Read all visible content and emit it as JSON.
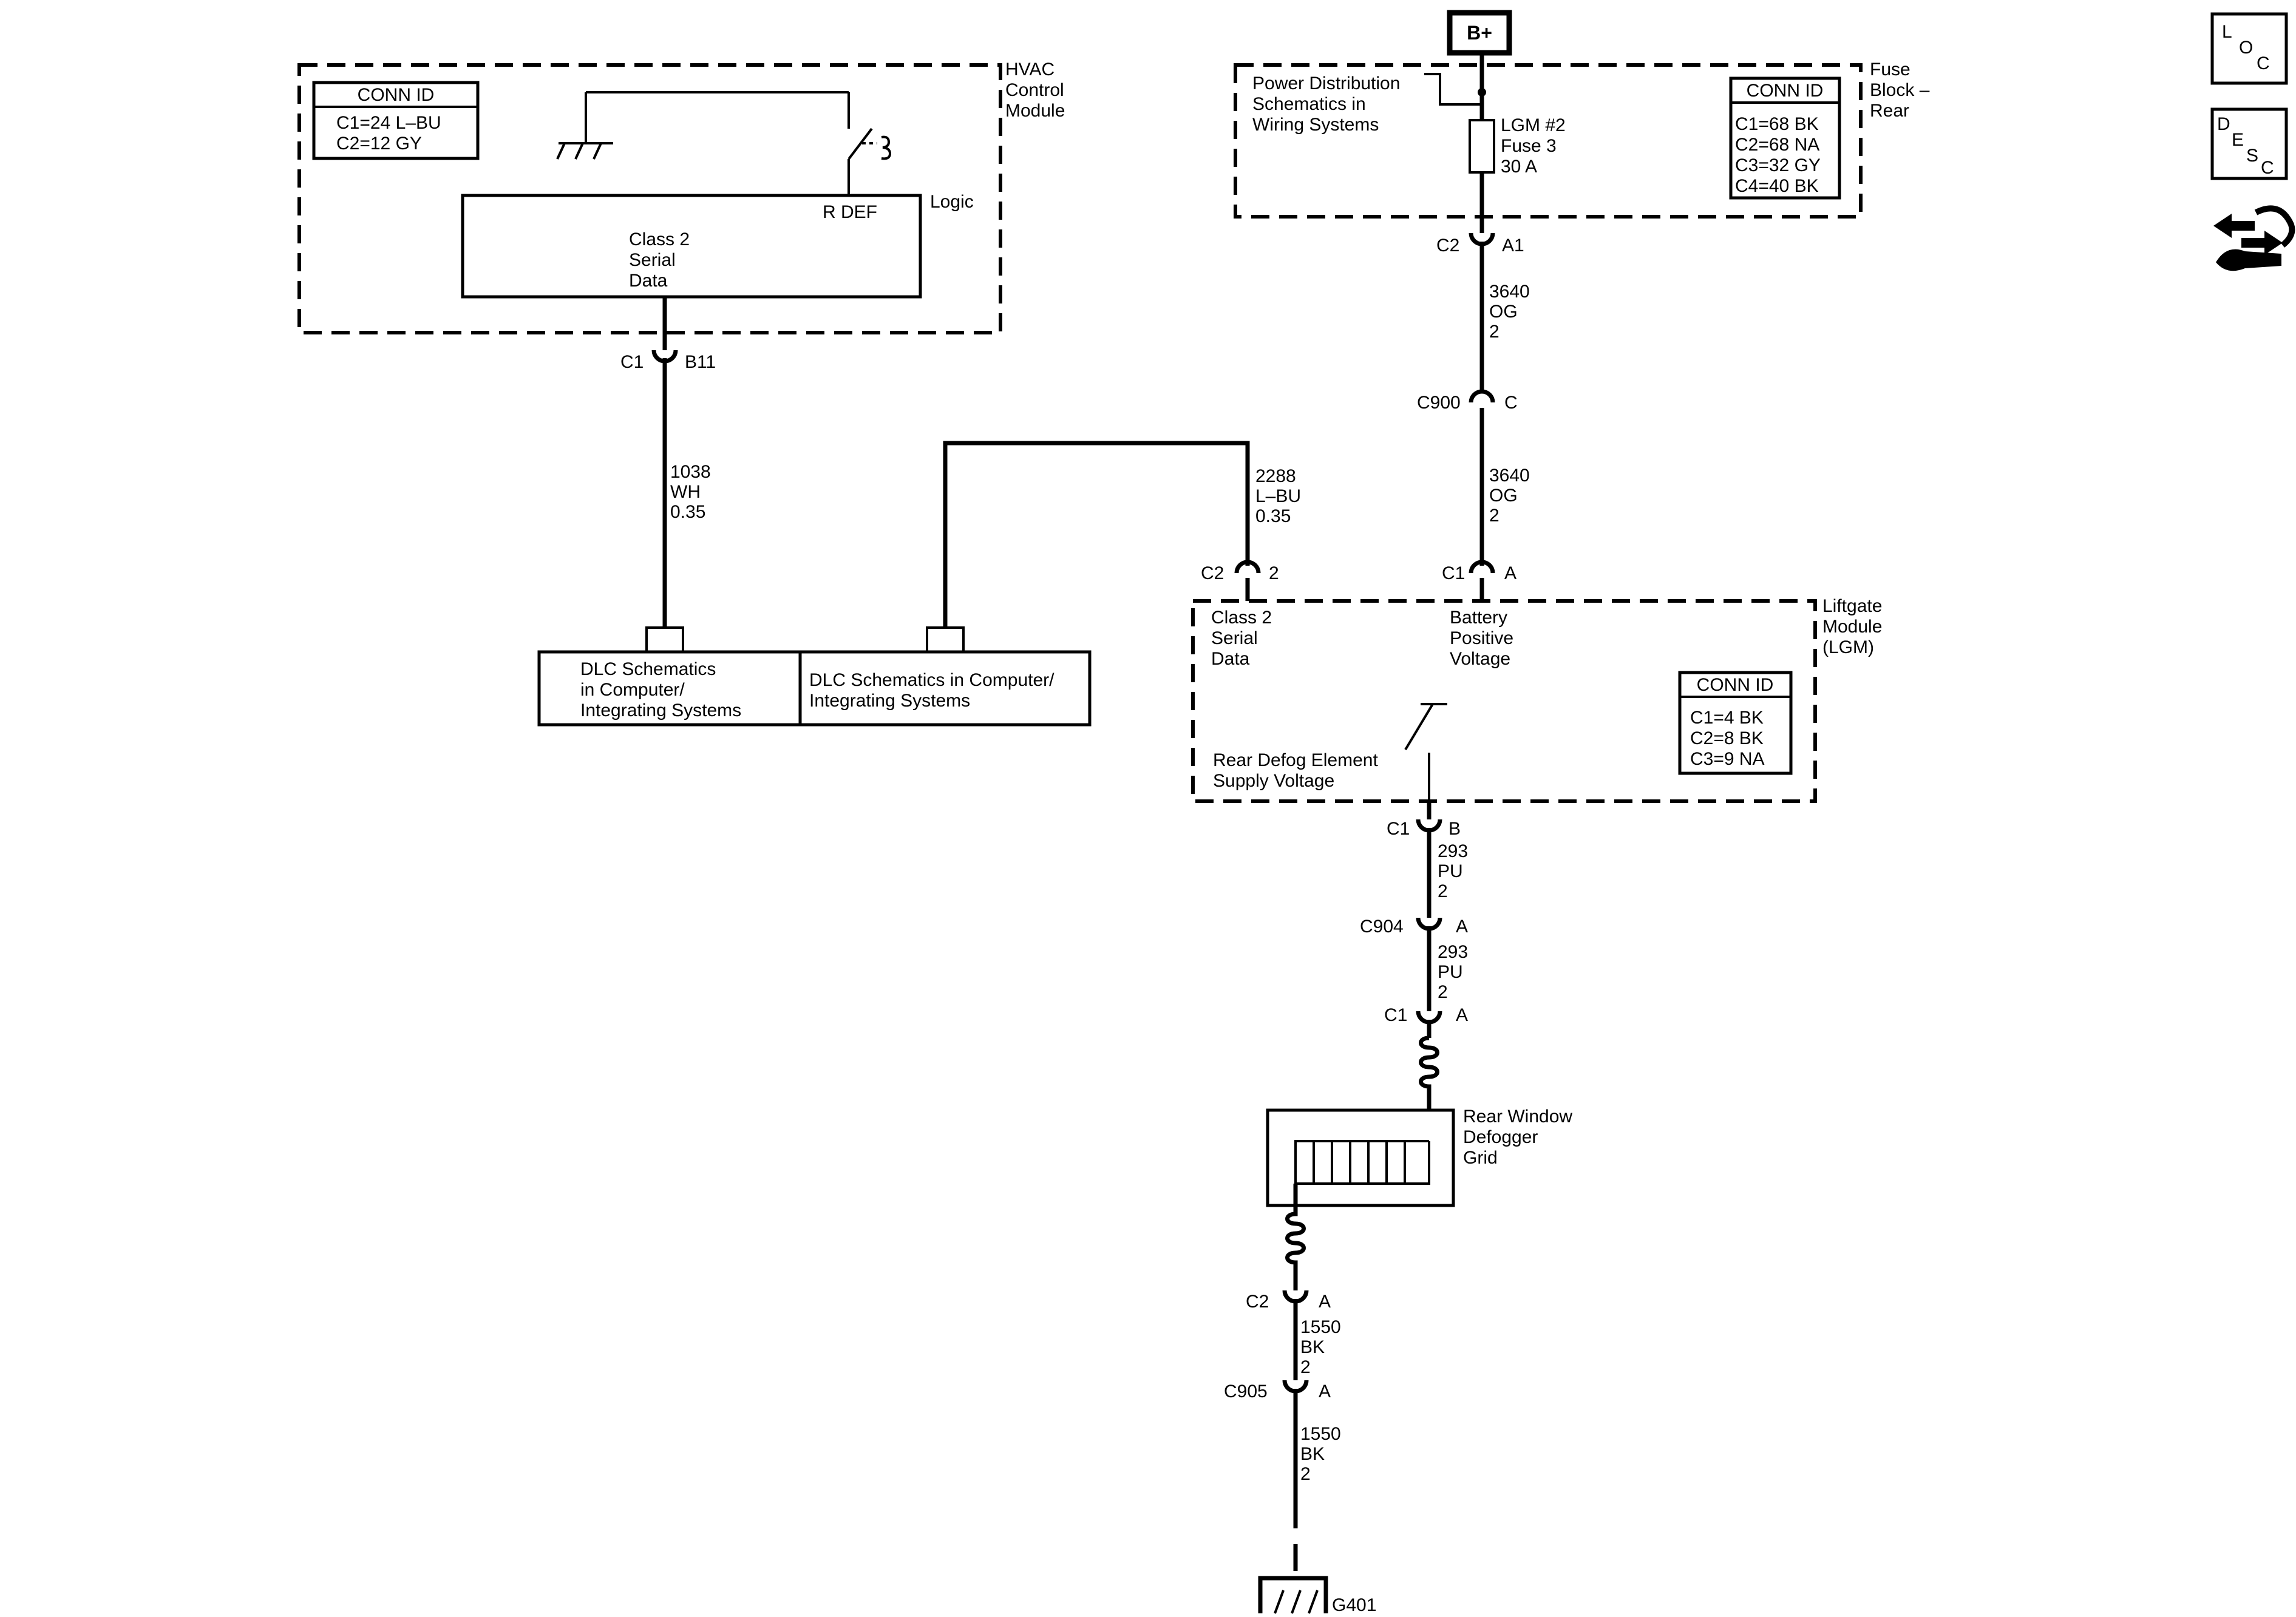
{
  "power": {
    "b_plus": "B+"
  },
  "fuse_block": {
    "title": [
      "Fuse",
      "Block –",
      "Rear"
    ],
    "power_dist": [
      "Power Distribution",
      "Schematics in",
      "Wiring Systems"
    ],
    "fuse": [
      "LGM #2",
      "Fuse 3",
      "30 A"
    ],
    "conn_id_title": "CONN ID",
    "conn_ids": [
      "C1=68 BK",
      "C2=68 NA",
      "C3=32 GY",
      "C4=40 BK"
    ]
  },
  "hvac": {
    "title": [
      "HVAC",
      "Control",
      "Module"
    ],
    "conn_id_title": "CONN ID",
    "conn_ids": [
      "C1=24 L–BU",
      "C2=12 GY"
    ],
    "logic_label": "Logic",
    "rdef_label": "R DEF",
    "serial": [
      "Class 2",
      "Serial",
      "Data"
    ]
  },
  "lgm": {
    "title": [
      "Liftgate",
      "Module",
      "(LGM)"
    ],
    "serial": [
      "Class 2",
      "Serial",
      "Data"
    ],
    "battery": [
      "Battery",
      "Positive",
      "Voltage"
    ],
    "defog": [
      "Rear Defog Element",
      "Supply Voltage"
    ],
    "conn_id_title": "CONN ID",
    "conn_ids": [
      "C1=4 BK",
      "C2=8 BK",
      "C3=9 NA"
    ]
  },
  "connectors": {
    "fb_c2": "C2",
    "fb_a1": "A1",
    "c900": "C900",
    "c900_pin": "C",
    "lgm_c1": "C1",
    "lgm_c1_pin": "A",
    "lgm_c2": "C2",
    "lgm_c2_pin": "2",
    "hvac_c1": "C1",
    "hvac_c1_pin": "B11",
    "lgm_out": "C1",
    "lgm_out_pin": "B",
    "c904": "C904",
    "c904_pin": "A",
    "grid_c1": "C1",
    "grid_c1_pin": "A",
    "grid_c2": "C2",
    "grid_c2_pin": "A",
    "c905": "C905",
    "c905_pin": "A"
  },
  "wires": {
    "w3640a": [
      "3640",
      "OG",
      "2"
    ],
    "w3640b": [
      "3640",
      "OG",
      "2"
    ],
    "w1038": [
      "1038",
      "WH",
      "0.35"
    ],
    "w2288": [
      "2288",
      "L–BU",
      "0.35"
    ],
    "w293a": [
      "293",
      "PU",
      "2"
    ],
    "w293b": [
      "293",
      "PU",
      "2"
    ],
    "w1550a": [
      "1550",
      "BK",
      "2"
    ],
    "w1550b": [
      "1550",
      "BK",
      "2"
    ]
  },
  "dlc_left": [
    "DLC Schematics",
    "in Computer/",
    "Integrating Systems"
  ],
  "dlc_right": [
    "DLC Schematics in Computer/",
    "Integrating Systems"
  ],
  "grid": [
    "Rear Window",
    "Defogger",
    "Grid"
  ],
  "ground": "G401",
  "side_icons": {
    "loc": [
      "L",
      "O",
      "C"
    ],
    "desc": [
      "D",
      "E",
      "S",
      "C"
    ],
    "tool_icon": "wrench-arrows-icon"
  }
}
